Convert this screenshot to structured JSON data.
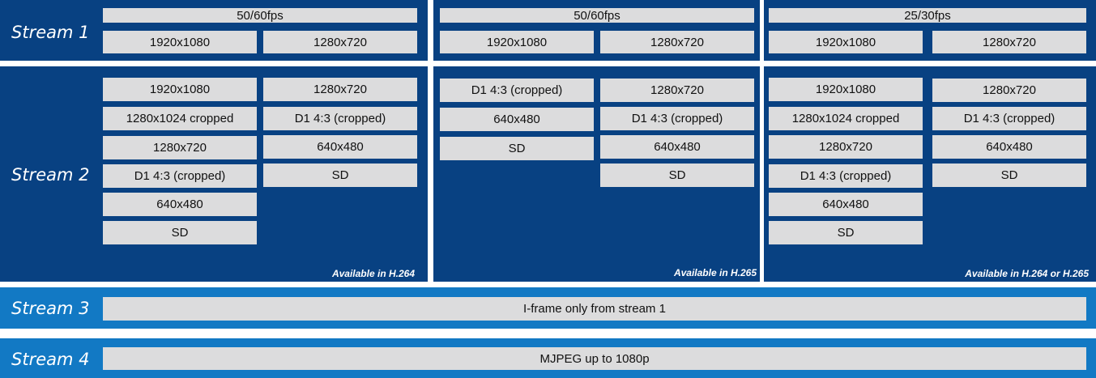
{
  "stream_labels": [
    "Stream 1",
    "Stream 2",
    "Stream 3",
    "Stream 4"
  ],
  "stream1": {
    "col1": {
      "fps": "50/60fps",
      "resolutions": [
        "1920x1080",
        "1280x720"
      ]
    },
    "col2": {
      "fps": "50/60fps",
      "resolutions": [
        "1920x1080",
        "1280x720"
      ]
    },
    "col3": {
      "fps": "25/30fps",
      "resolutions": [
        "1920x1080",
        "1280x720"
      ]
    }
  },
  "stream2": {
    "col1": {
      "left": [
        "1920x1080",
        "1280x1024 cropped",
        "1280x720",
        "D1 4:3 (cropped)",
        "640x480",
        "SD"
      ],
      "right": [
        "1280x720",
        "D1 4:3 (cropped)",
        "640x480",
        "SD"
      ],
      "note": "Available in H.264"
    },
    "col2": {
      "left": [
        "D1 4:3 (cropped)",
        "640x480",
        "SD"
      ],
      "right": [
        "1280x720",
        "D1 4:3 (cropped)",
        "640x480",
        "SD"
      ],
      "note": "Available in H.265"
    },
    "col3": {
      "left": [
        "1920x1080",
        "1280x1024 cropped",
        "1280x720",
        "D1 4:3 (cropped)",
        "640x480",
        "SD"
      ],
      "right": [
        "1280x720",
        "D1 4:3 (cropped)",
        "640x480",
        "SD"
      ],
      "note": "Available in H.264 or H.265"
    }
  },
  "stream3": {
    "text": "I-frame only from stream 1"
  },
  "stream4": {
    "text": "MJPEG up to 1080p"
  },
  "colors": {
    "dark_panel": "#084182",
    "light_panel": "#1279c4",
    "box": "#dcdcdd",
    "text_light": "#ffffff"
  }
}
